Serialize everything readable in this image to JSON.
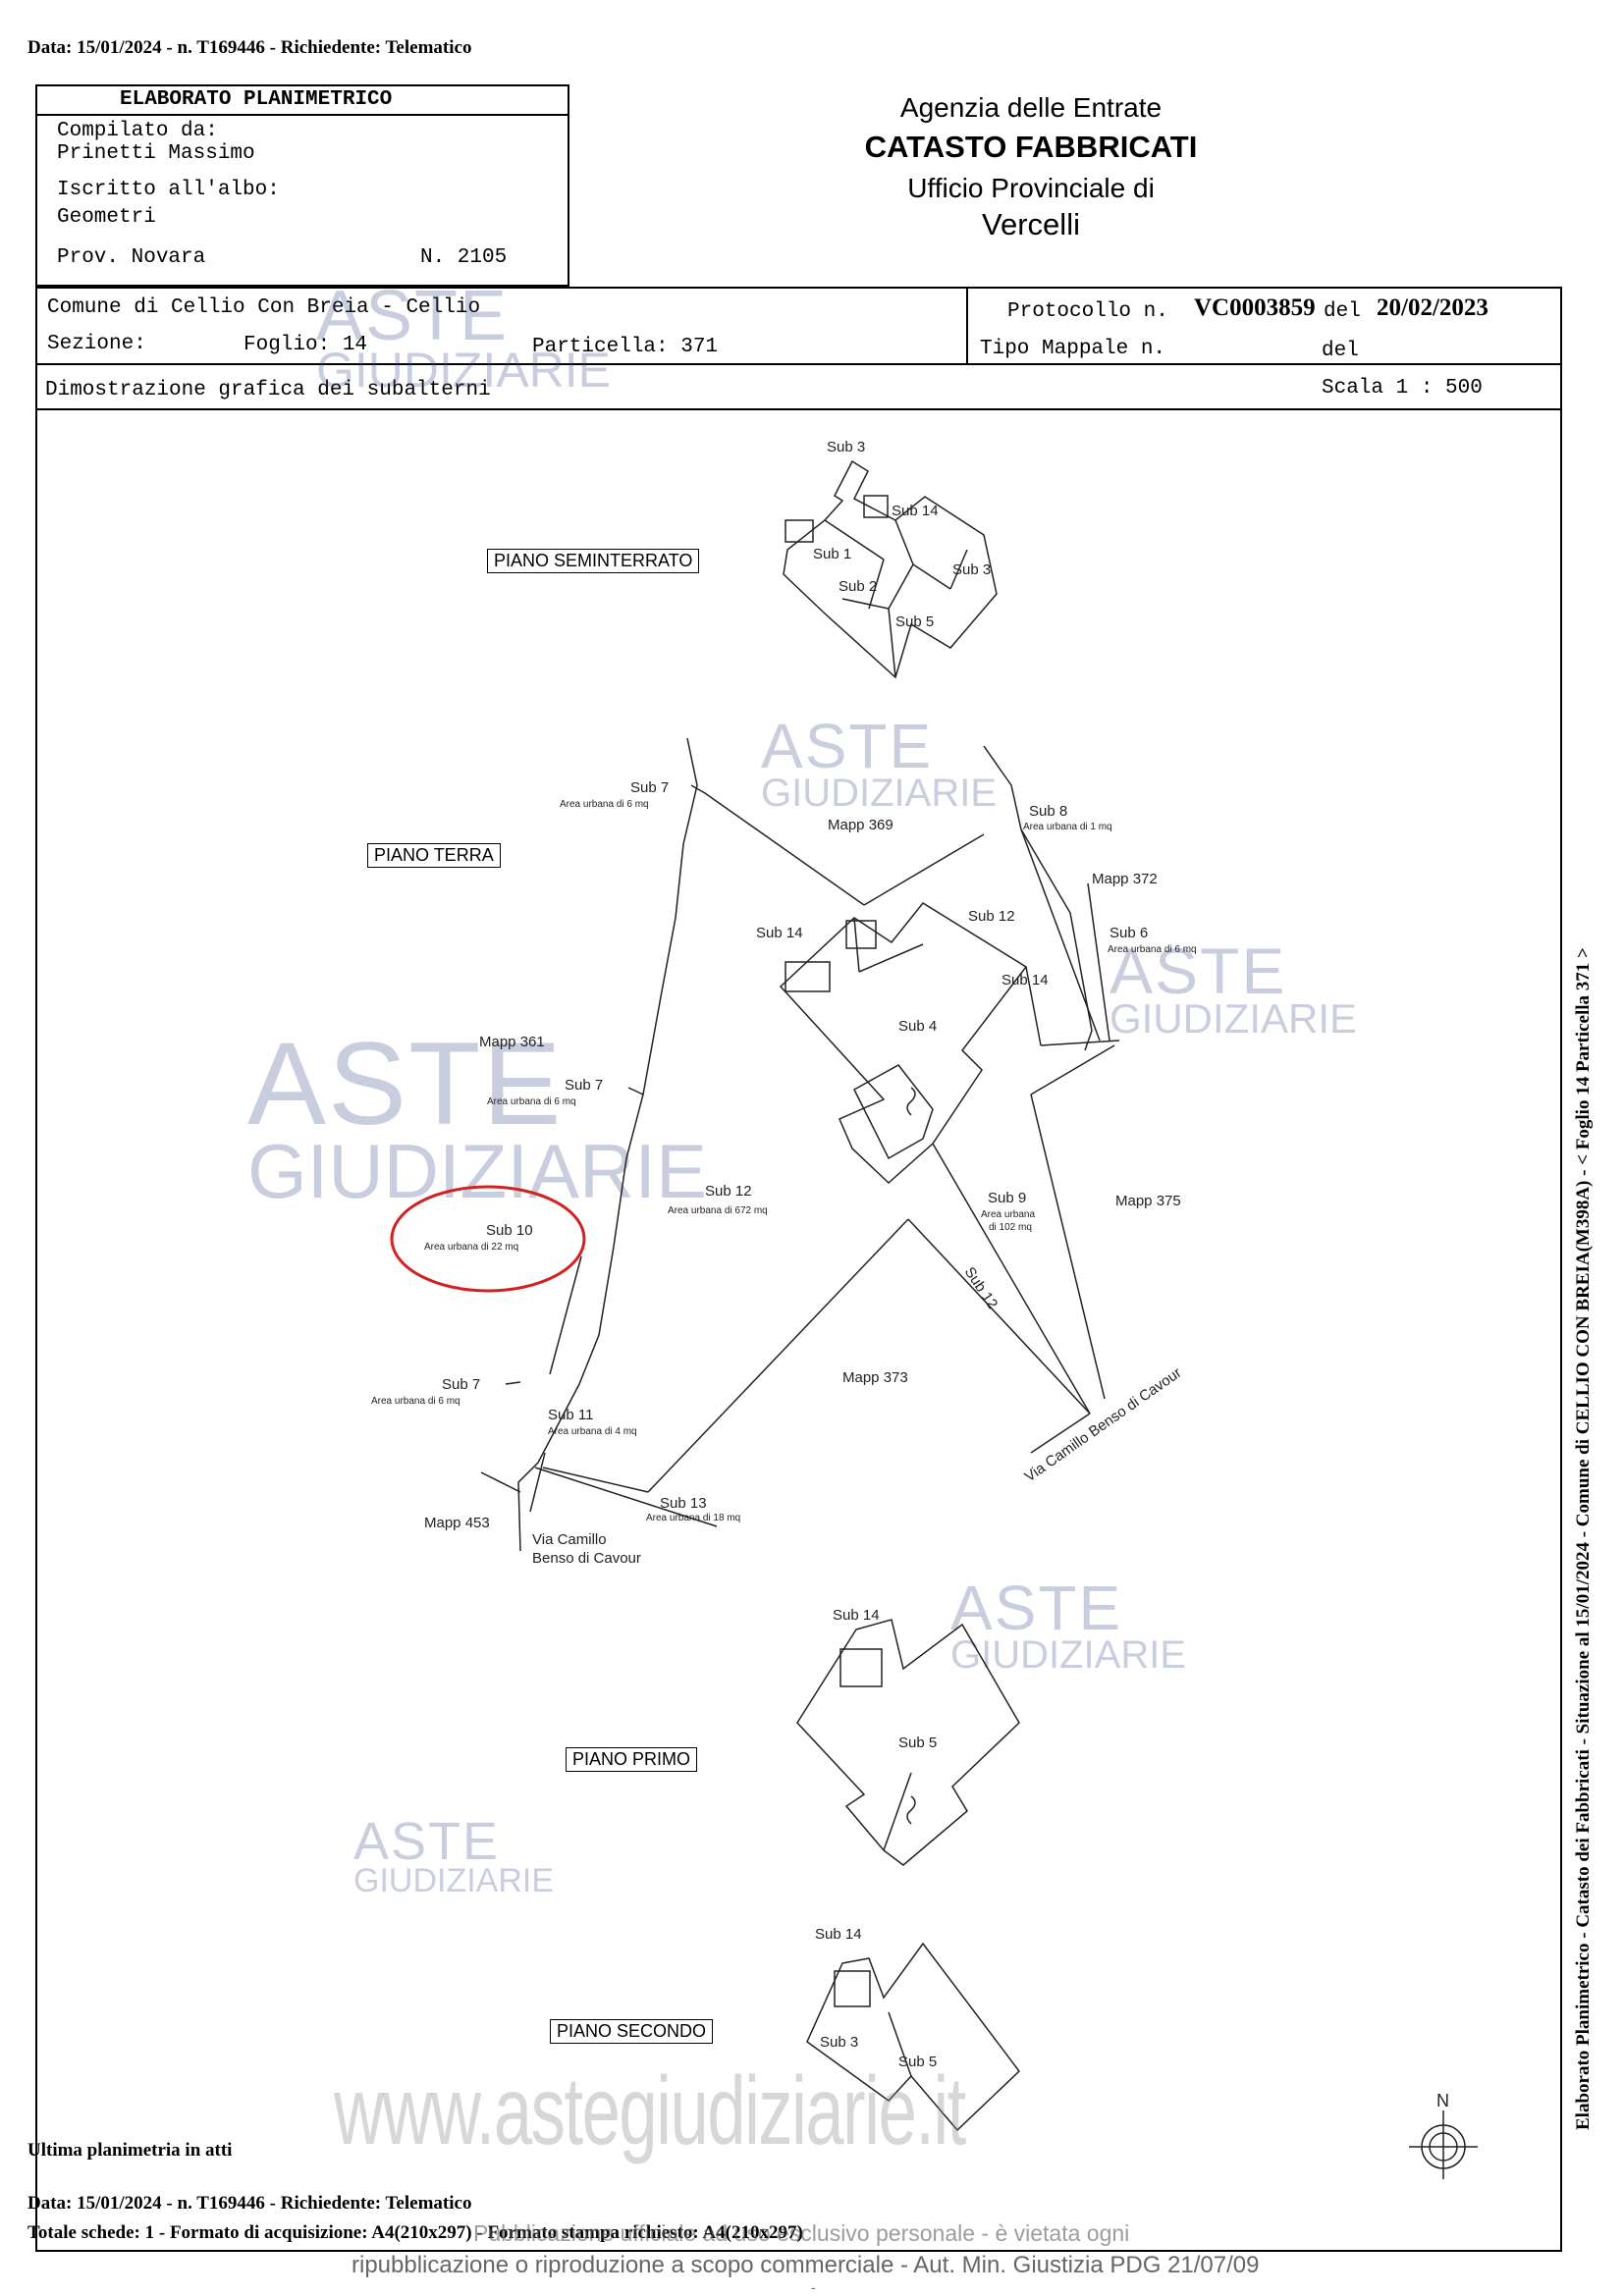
{
  "header_line": "Data: 15/01/2024 - n. T169446 - Richiedente: Telematico",
  "box": {
    "title": "ELABORATO PLANIMETRICO",
    "compilato_label": "Compilato da:",
    "compilato_name": "Prinetti Massimo",
    "iscritto_label": "Iscritto all'albo:",
    "iscritto_value": "Geometri",
    "prov": "Prov. Novara",
    "number": "N. 2105"
  },
  "agency": {
    "line1": "Agenzia delle Entrate",
    "line2": "CATASTO FABBRICATI",
    "line3": "Ufficio Provinciale di",
    "line4": "Vercelli"
  },
  "info": {
    "comune": "Comune di Cellio Con Breia - Cellio",
    "sezione_label": "Sezione:",
    "foglio": "Foglio: 14",
    "particella": "Particella: 371",
    "protocollo_label": "Protocollo n.",
    "protocollo_value": "VC0003859",
    "del_label": "del",
    "protocollo_date": "20/02/2023",
    "tipo_mappale": "Tipo Mappale n.",
    "del_label2": "del",
    "dimostrazione": "Dimostrazione grafica dei subalterni",
    "scala": "Scala 1 : 500"
  },
  "floors": {
    "seminterrato": "PIANO SEMINTERRATO",
    "terra": "PIANO TERRA",
    "primo": "PIANO PRIMO",
    "secondo": "PIANO SECONDO"
  },
  "plan_labels": {
    "sub3a": "Sub 3",
    "sub14a": "Sub 14",
    "sub1": "Sub 1",
    "sub3b": "Sub 3",
    "sub2": "Sub 2",
    "sub5a": "Sub 5",
    "sub7a": "Sub 7",
    "sub7a_area": "Area urbana di 6 mq",
    "mapp369": "Mapp 369",
    "sub8": "Sub 8",
    "sub8_area": "Area urbana di 1 mq",
    "mapp372": "Mapp 372",
    "sub14b": "Sub 14",
    "sub12a": "Sub 12",
    "sub6": "Sub 6",
    "sub6_area": "Area urbana di 6 mq",
    "sub14c": "Sub 14",
    "sub4": "Sub 4",
    "mapp361": "Mapp 361",
    "sub7b": "Sub 7",
    "sub7b_area": "Area urbana di 6 mq",
    "sub12b": "Sub 12",
    "sub12b_area": "Area urbana di 672 mq",
    "sub9": "Sub 9",
    "sub9_area1": "Area urbana",
    "sub9_area2": "di 102 mq",
    "mapp375": "Mapp 375",
    "sub10": "Sub 10",
    "sub10_area": "Area urbana di 22 mq",
    "sub12c": "Sub 12",
    "sub7c": "Sub 7",
    "sub7c_area": "Area urbana di 6 mq",
    "mapp373": "Mapp 373",
    "sub11": "Sub 11",
    "sub11_area": "Area urbana di 4 mq",
    "via1": "Via Camillo Benso di Cavour",
    "sub13": "Sub 13",
    "sub13_area": "Area urbana di 18 mq",
    "mapp453": "Mapp 453",
    "via2a": "Via Camillo",
    "via2b": "Benso di Cavour",
    "sub14d": "Sub 14",
    "sub5b": "Sub 5",
    "sub14e": "Sub 14",
    "sub3c": "Sub 3",
    "sub5c": "Sub 5",
    "north": "N"
  },
  "watermark": {
    "aste": "ASTE",
    "giudiziarie": "GIUDIZIARIE",
    "site": "www.astegiudiziarie.it"
  },
  "side_text": "Elaborato Planimetrico - Catasto dei Fabbricati - Situazione al 15/01/2024 - Comune di CELLIO CON BREIA(M398A) - < Foglio 14 Particella 371 >",
  "footer": {
    "ultima": "Ultima planimetria in atti",
    "data_line": "Data: 15/01/2024 - n. T169446 - Richiedente: Telematico",
    "totale": "Totale schede: 1 - Formato di acquisizione: A4(210x297) - Formato stampa richiesto: A4(210x297)",
    "overlay": "Pubblicazione ufficiale ad uso esclusivo personale - è vietata ogni",
    "repub": "ripubblicazione o riproduzione a scopo commerciale - Aut. Min. Giustizia PDG 21/07/09",
    "dash": "-"
  }
}
